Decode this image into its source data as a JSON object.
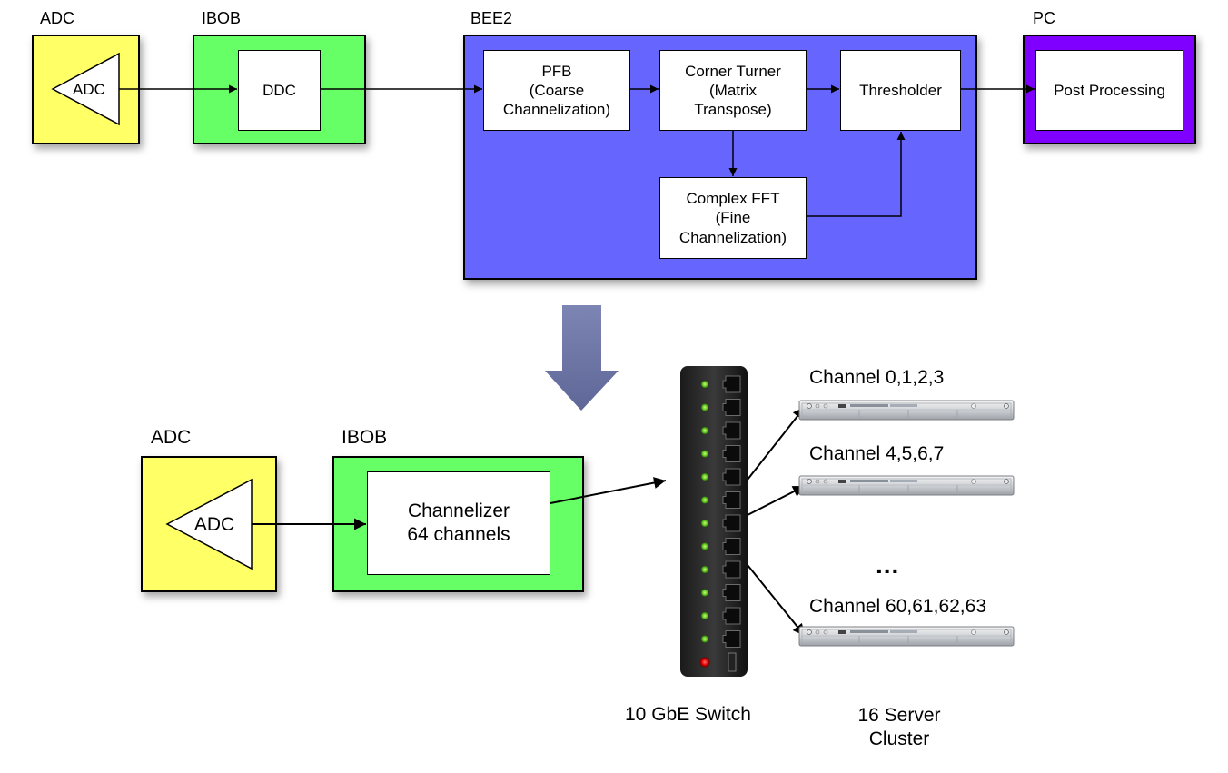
{
  "colors": {
    "adc": "#ffff66",
    "ibob": "#66ff66",
    "bee2": "#6666ff",
    "pc": "#8000ff",
    "big_arrow": "#6f77a6"
  },
  "top": {
    "adc_label": "ADC",
    "adc_symbol": "ADC",
    "ibob_label": "IBOB",
    "ddc": "DDC",
    "bee2_label": "BEE2",
    "pfb": "PFB\n(Coarse\nChannelization)",
    "corner_turner": "Corner Turner\n(Matrix\nTranspose)",
    "thresholder": "Thresholder",
    "complex_fft": "Complex FFT\n(Fine\nChannelization)",
    "pc_label": "PC",
    "post_processing": "Post Processing"
  },
  "bottom": {
    "adc_label": "ADC",
    "adc_symbol": "ADC",
    "ibob_label": "IBOB",
    "channelizer": "Channelizer\n64 channels",
    "switch_caption": "10 GbE Switch",
    "cluster_caption": "16 Server\nCluster",
    "servers": [
      {
        "label": "Channel 0,1,2,3"
      },
      {
        "label": "Channel 4,5,6,7"
      },
      {
        "label": "Channel 60,61,62,63"
      }
    ],
    "ellipsis": "..."
  },
  "switch": {
    "port_count": 12,
    "led_colors": [
      "green",
      "green",
      "green",
      "green",
      "green",
      "green",
      "green",
      "green",
      "green",
      "green",
      "green",
      "green",
      "red"
    ]
  }
}
